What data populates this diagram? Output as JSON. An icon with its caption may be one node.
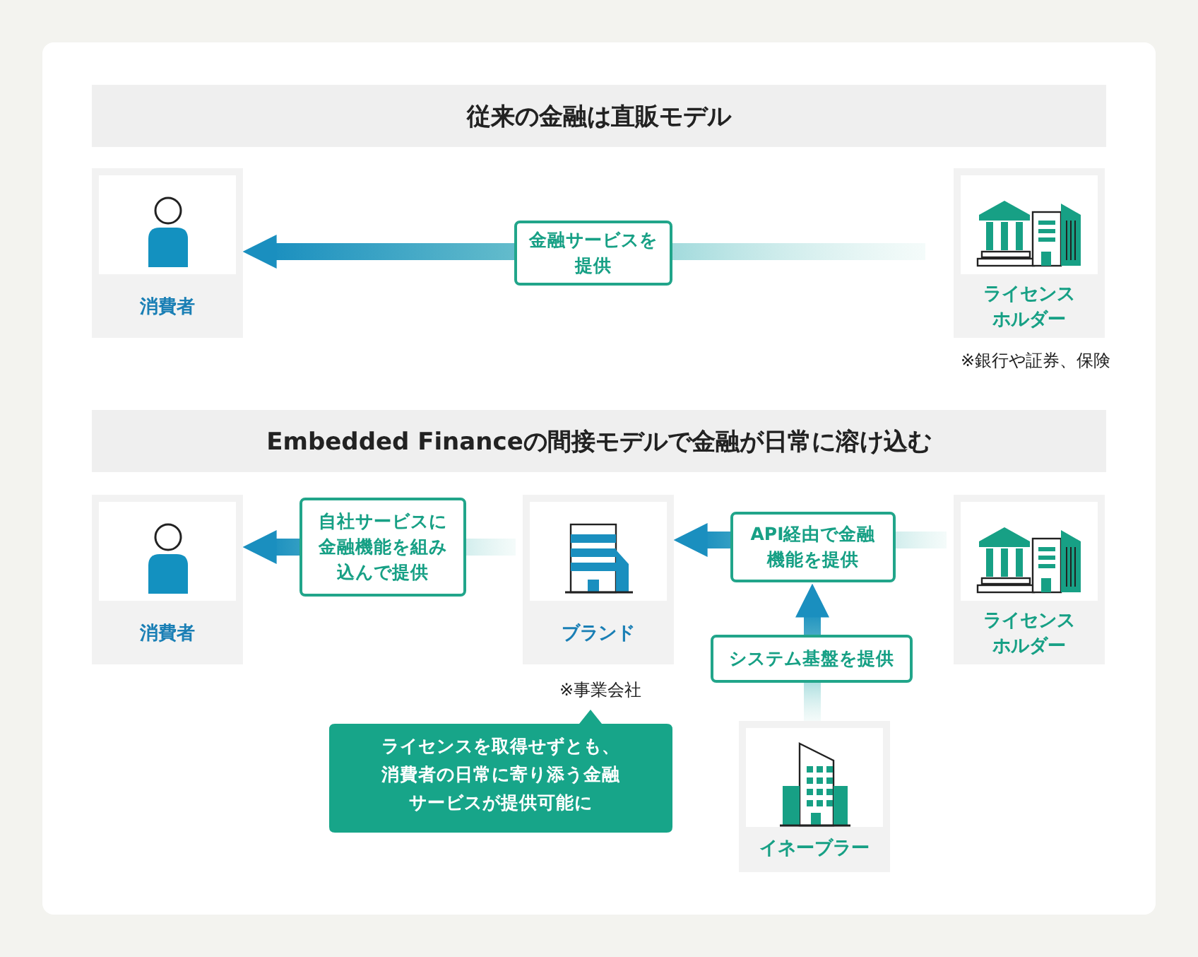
{
  "diagram": {
    "nodes": [
      {
        "text": [
          "従来の金融は直販モデル"
        ]
      },
      {
        "text": [
          "消費者"
        ]
      },
      {
        "text": [
          "ライセンスホルダー"
        ],
        "beside": [
          "※銀行や証券、保険"
        ]
      },
      {
        "text": [
          "Embedded Financeの間接モデルで金融が日常に溶け込む"
        ]
      },
      {
        "text": [
          "消費者"
        ]
      },
      {
        "text": [
          "ブランド"
        ],
        "beside": [
          "※事業会社"
        ]
      },
      {
        "text": [
          "ライセンスホルダー"
        ]
      },
      {
        "text": [
          "イネーブラー"
        ]
      },
      {
        "text": [
          "ライセンスを取得せずとも、消費者の日常に寄り添う金融サービスが提供可能に"
        ]
      }
    ],
    "edges": [
      {
        "from": 2,
        "to": 1,
        "arrow": "to",
        "label": "金融サービスを提供"
      },
      {
        "from": 5,
        "to": 4,
        "arrow": "to",
        "label": "自社サービスに金融機能を組み込んで提供"
      },
      {
        "from": 6,
        "to": 5,
        "arrow": "to",
        "label": "API経由で金融機能を提供"
      },
      {
        "from": 7,
        "to": null,
        "arrow": "to",
        "label": "システム基盤を提供"
      }
    ]
  }
}
